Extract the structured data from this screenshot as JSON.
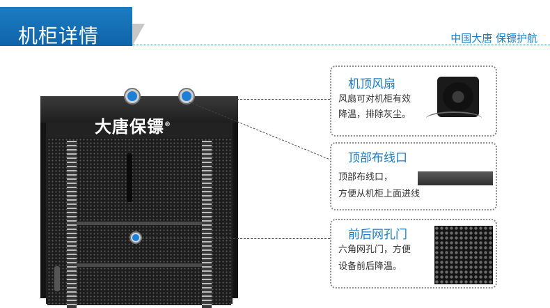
{
  "header": {
    "title": "机柜详情",
    "slogan": "中国大唐 保镖护航"
  },
  "cabinet": {
    "brand": "大唐保镖",
    "trademark": "®"
  },
  "callouts": [
    {
      "title": "机顶风扇",
      "lines": [
        "风扇可对机柜有效",
        "降温，排除灰尘。"
      ]
    },
    {
      "title": "顶部布线口",
      "lines": [
        "顶部布线口，",
        "方便从机柜上面进线"
      ]
    },
    {
      "title": "前后网孔门",
      "lines": [
        "六角网孔门，方便",
        "设备前后降温。"
      ]
    }
  ],
  "colors": {
    "accent": "#1b7cc2",
    "cabinet": "#141414"
  },
  "icons": {
    "fan": "fan-photo",
    "plate": "cable-entry-plate",
    "mesh": "hex-mesh-photo"
  }
}
